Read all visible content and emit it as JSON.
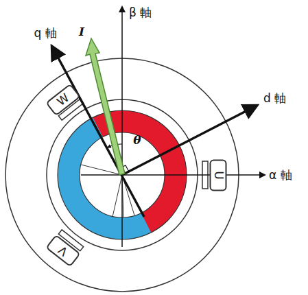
{
  "diagram": {
    "nodes": [
      {
        "text": [
          "W"
        ]
      },
      {
        "text": [
          "U"
        ]
      },
      {
        "text": [
          "V"
        ]
      }
    ],
    "labels": [
      "q 軸",
      "β 軸",
      "I",
      "d 軸",
      "θ",
      "α 軸"
    ]
  }
}
